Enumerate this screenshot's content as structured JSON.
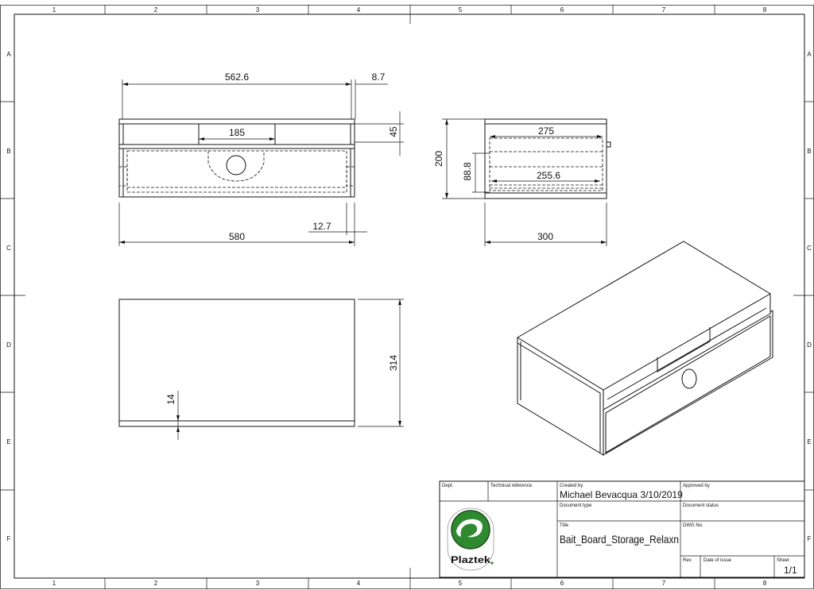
{
  "border": {
    "columns": [
      "1",
      "2",
      "3",
      "4",
      "5",
      "6",
      "7",
      "8"
    ],
    "rows": [
      "A",
      "B",
      "C",
      "D",
      "E",
      "F"
    ]
  },
  "dimensions": {
    "front_width_top": "562.6",
    "front_offset_top": "8.7",
    "front_drawer_height": "45",
    "front_cutout_width": "185",
    "front_overall_width": "580",
    "front_offset_bottom": "12.7",
    "side_overall_height": "200",
    "side_inner_height": "88.8",
    "side_top_depth": "275",
    "side_inner_depth": "255.6",
    "side_overall_depth": "300",
    "plan_depth": "314",
    "plan_lip": "14"
  },
  "title_block": {
    "dept_label": "Dept.",
    "tech_ref_label": "Technical reference",
    "created_by_label": "Created by",
    "created_by_value": "Michael Bevacqua 3/10/2019",
    "approved_by_label": "Approved by",
    "doc_type_label": "Document type",
    "doc_status_label": "Document status",
    "title_label": "Title",
    "title_value": "Bait_Board_Storage_Relaxn",
    "dwg_no_label": "DWG No.",
    "rev_label": "Rev.",
    "date_issue_label": "Date of issue",
    "sheet_label": "Sheet",
    "sheet_value": "1/1",
    "logo_text": "Plaztek",
    "logo_colors": {
      "green": "#2f8a2f",
      "dark": "#1c4d1c"
    }
  }
}
